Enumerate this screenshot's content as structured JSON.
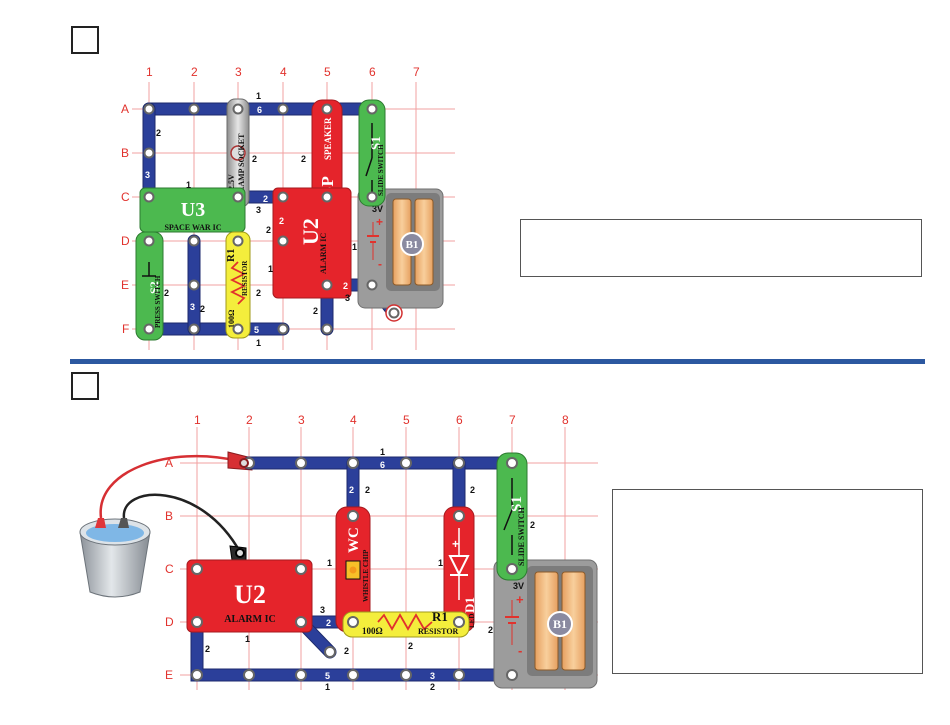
{
  "top": {
    "cols": [
      "1",
      "2",
      "3",
      "4",
      "5",
      "6",
      "7"
    ],
    "rows": [
      "A",
      "B",
      "C",
      "D",
      "E",
      "F"
    ],
    "u3": {
      "id": "U3",
      "name": "SPACE WAR IC"
    },
    "u2": {
      "id": "U2",
      "name": "ALARM IC"
    },
    "lamp": {
      "name": "LAMP SOCKET",
      "rating": "2.5V"
    },
    "speaker": {
      "id": "SP",
      "name": "SPEAKER"
    },
    "s1": {
      "id": "S1",
      "name": "SLIDE SWITCH"
    },
    "s2": {
      "id": "S2",
      "name": "PRESS SWITCH"
    },
    "r1": {
      "id": "R1",
      "name": "RESISTOR",
      "value": "100Ω"
    },
    "battery": {
      "id": "B1",
      "voltage": "3V",
      "plus": "+",
      "minus": "-"
    },
    "wire_numbers": [
      "1",
      "6",
      "2",
      "2",
      "3",
      "1",
      "2",
      "3",
      "2",
      "1",
      "2",
      "2",
      "3",
      "2",
      "2",
      "2",
      "5",
      "1",
      "2",
      "2",
      "3",
      "1"
    ]
  },
  "bottom": {
    "cols": [
      "1",
      "2",
      "3",
      "4",
      "5",
      "6",
      "7",
      "8"
    ],
    "rows": [
      "A",
      "B",
      "C",
      "D",
      "E"
    ],
    "u2": {
      "id": "U2",
      "name": "ALARM IC"
    },
    "wc": {
      "id": "WC",
      "name": "WHISTLE CHIP"
    },
    "d1": {
      "id": "D1",
      "name": "LED"
    },
    "s1": {
      "id": "S1",
      "name": "SLIDE SWITCH"
    },
    "r1": {
      "id": "R1",
      "name": "RESISTOR",
      "value": "100Ω"
    },
    "battery": {
      "id": "B1",
      "voltage": "3V",
      "plus": "+",
      "minus": "-"
    },
    "wire_numbers": [
      "1",
      "6",
      "2",
      "2",
      "2",
      "1",
      "1",
      "2",
      "3",
      "2",
      "2",
      "2",
      "1",
      "5",
      "1",
      "3",
      "2",
      "2",
      "2"
    ]
  }
}
